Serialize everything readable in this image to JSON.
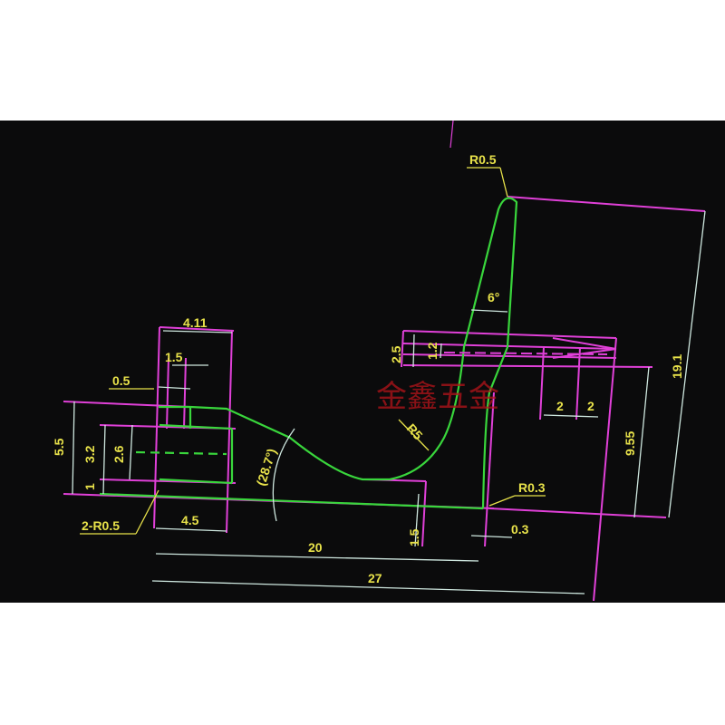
{
  "drawing": {
    "dimensions": {
      "r_top": "R0.5",
      "angle_6": "6°",
      "d_4_11": "4.11",
      "d_1_5_top": "1.5",
      "d_0_5": "0.5",
      "d_5_5": "5.5",
      "d_3_2": "3.2",
      "d_2_6": "2.6",
      "d_1": "1",
      "d_2_r0_5": "2-R0.5",
      "d_4_5": "4.5",
      "d_angle_28_7": "(28.7°)",
      "d_r5": "R5",
      "d_2_5": "2.5",
      "d_1_2": "1.2",
      "d_2_a": "2",
      "d_2_b": "2",
      "d_9_55": "9.55",
      "d_19_1": "19.1",
      "d_r0_3": "R0.3",
      "d_0_3": "0.3",
      "d_1_5_bottom": "1.5",
      "d_20": "20",
      "d_27": "27"
    },
    "watermark": "金鑫五金"
  },
  "colors": {
    "screen_background": "#0b0b0c",
    "part_outline": "#39d63c",
    "construction_lines": "#e040d8",
    "dimension_text": "#e8e24a",
    "dimension_lines": "#cfe8e0",
    "watermark": "#b3141a"
  }
}
